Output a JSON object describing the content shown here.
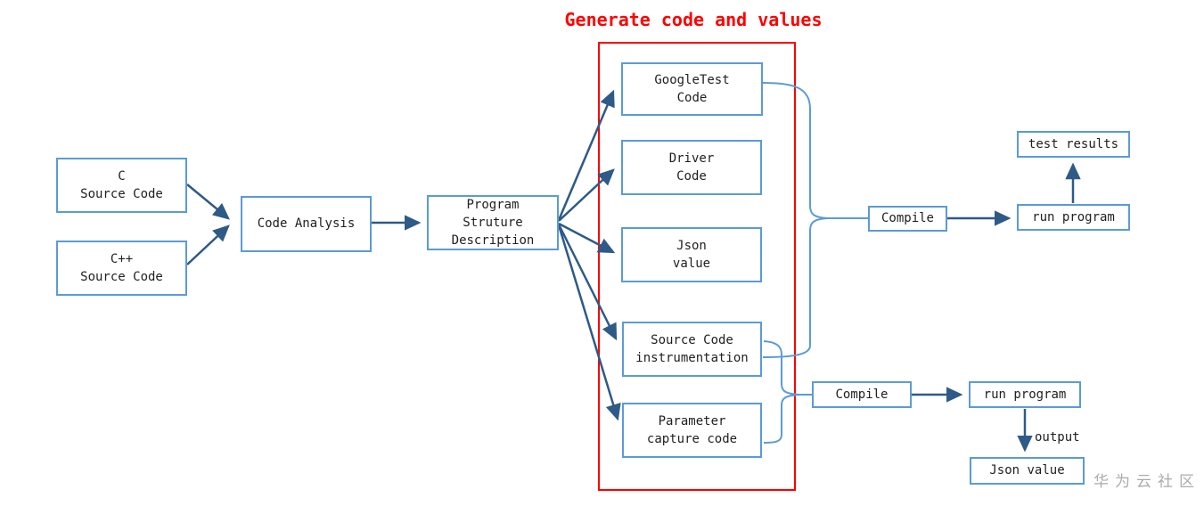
{
  "diagram": {
    "title": "Generate code and values",
    "watermark": "华为云社区",
    "colors": {
      "box_border_blue": "#5b9bd5",
      "arrow_dark_blue": "#2e5a87",
      "highlight_red": "#fe0000",
      "text": "#1f1f1f",
      "watermark_gray": "#a9abae"
    },
    "nodes": {
      "c_source": {
        "label": "C\nSource Code"
      },
      "cpp_source": {
        "label": "C++\nSource Code"
      },
      "code_analysis": {
        "label": "Code Analysis"
      },
      "program_structure": {
        "label": "Program\nStruture\nDescription"
      },
      "googletest_code": {
        "label": "GoogleTest\nCode"
      },
      "driver_code": {
        "label": "Driver\nCode"
      },
      "json_value_generated": {
        "label": "Json\nvalue"
      },
      "source_code_instrumentation": {
        "label": "Source Code\ninstrumentation"
      },
      "parameter_capture_code": {
        "label": "Parameter\ncapture code"
      },
      "compile_test": {
        "label": "Compile"
      },
      "test_results": {
        "label": "test results"
      },
      "run_program_test": {
        "label": "run program"
      },
      "compile_capture": {
        "label": "Compile"
      },
      "run_program_capture": {
        "label": "run program"
      },
      "json_value_output": {
        "label": "Json value"
      }
    },
    "edge_labels": {
      "output": "output"
    }
  }
}
